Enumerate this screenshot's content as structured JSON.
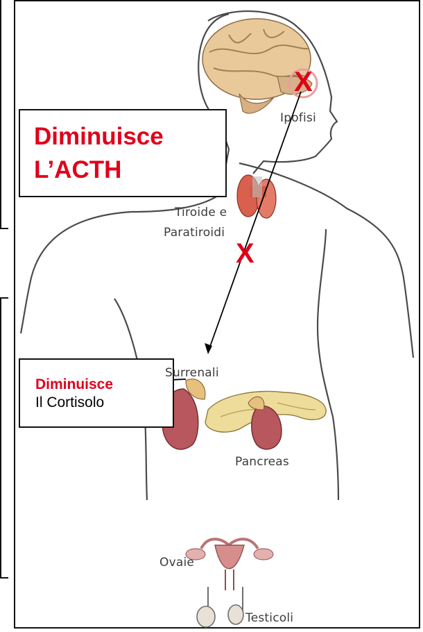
{
  "labels": {
    "ipofisi": "Ipofisi",
    "tiroide_1": "Tiroide e",
    "tiroide_2": "Paratiroidi",
    "surrenali": "Surrenali",
    "pancreas": "Pancreas",
    "ovaie": "Ovaie",
    "testicoli": "Testicoli"
  },
  "callouts": {
    "acth_line1": "Diminuisce",
    "acth_line2": "L’ACTH",
    "cortisolo_line1": "Diminuisce",
    "cortisolo_line2": "Il Cortisolo"
  },
  "marks": {
    "ipofisi_x": "X",
    "path_x": "X"
  },
  "colors": {
    "accent_red": "#e0001b",
    "outline": "#111111"
  }
}
